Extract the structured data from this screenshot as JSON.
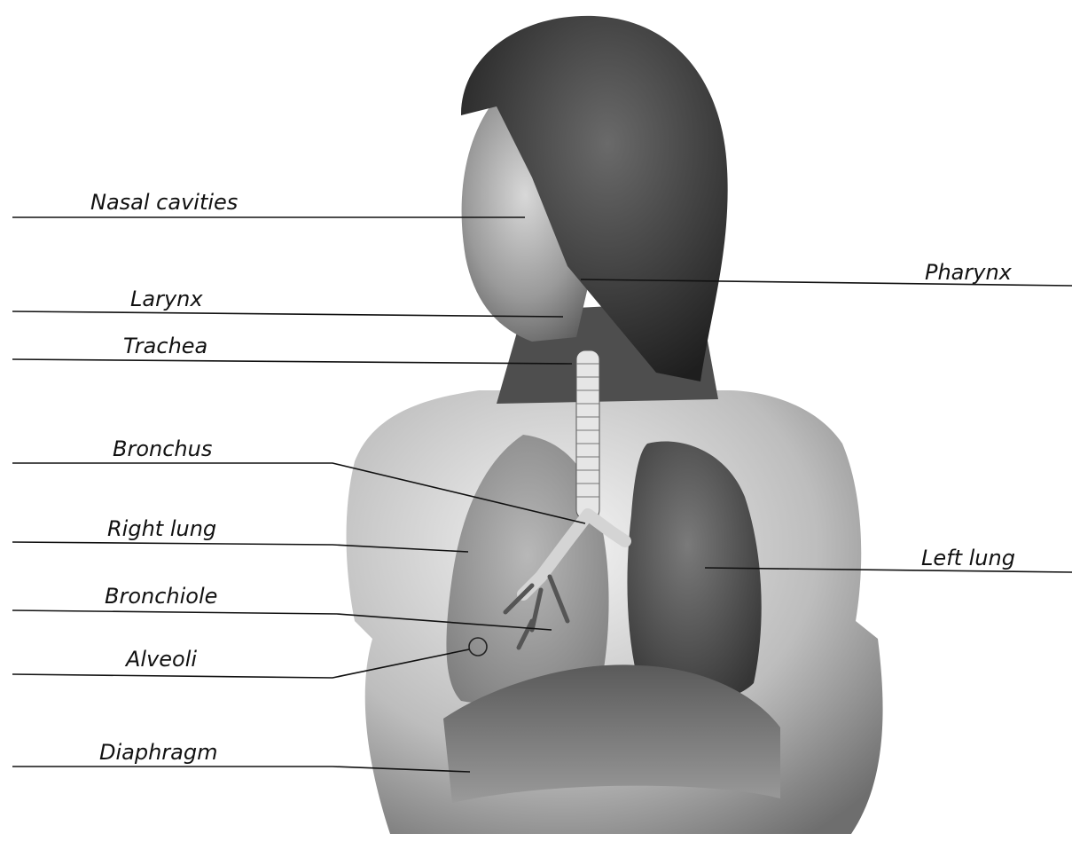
{
  "labels": {
    "nasal_cavities": "Nasal cavities",
    "pharynx": "Pharynx",
    "larynx": "Larynx",
    "trachea": "Trachea",
    "bronchus": "Bronchus",
    "right_lung": "Right lung",
    "left_lung": "Left lung",
    "bronchiole": "Bronchiole",
    "alveoli": "Alveoli",
    "diaphragm": "Diaphragm"
  }
}
